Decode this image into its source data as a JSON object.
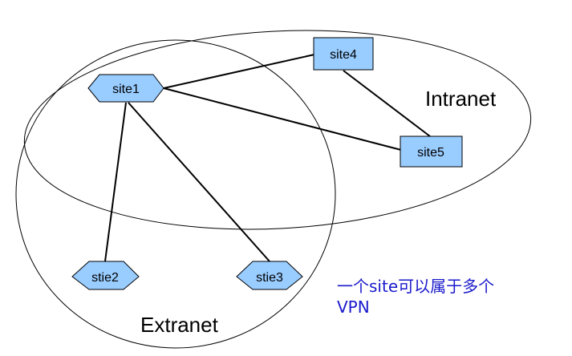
{
  "regions": {
    "intranet": "Intranet",
    "extranet": "Extranet"
  },
  "nodes": {
    "site1": "site1",
    "site4": "site4",
    "site5": "site5",
    "stie2": "stie2",
    "stie3": "stie3"
  },
  "connections": [
    [
      "site1",
      "site4"
    ],
    [
      "site1",
      "site5"
    ],
    [
      "site4",
      "site5"
    ],
    [
      "site1",
      "stie2"
    ],
    [
      "site1",
      "stie3"
    ]
  ],
  "note": {
    "line1": "一个site可以属于多个",
    "line2": "VPN"
  },
  "colors": {
    "node_fill": "#99ccff",
    "node_stroke": "#000000",
    "note_text": "#1a1acc"
  }
}
